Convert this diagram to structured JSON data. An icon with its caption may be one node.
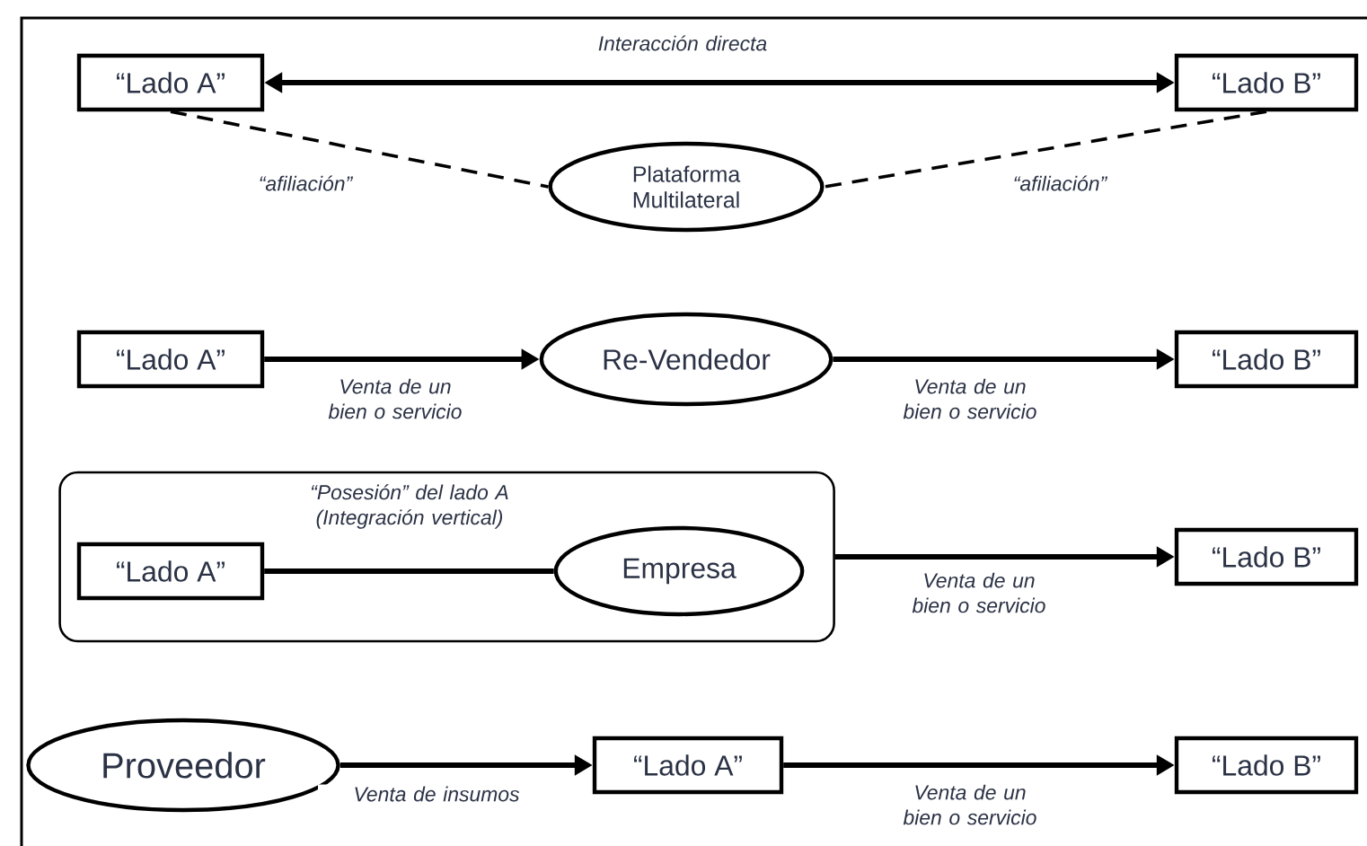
{
  "diagram": {
    "nodes": [
      {
        "text": [
          "“Lado A”"
        ]
      },
      {
        "text": [
          "“Lado B”"
        ]
      },
      {
        "text": [
          "Plataforma Multilateral"
        ]
      },
      {
        "text": [
          "“Lado A”"
        ]
      },
      {
        "text": [
          "Re-Vendedor"
        ]
      },
      {
        "text": [
          "“Lado B”"
        ]
      },
      {
        "text": [],
        "shape": "box"
      },
      {
        "text": [
          "“Lado A”"
        ],
        "in": 6
      },
      {
        "text": [
          "Empresa"
        ],
        "in": 6
      },
      {
        "text": [
          "“Lado B”"
        ]
      },
      {
        "text": [
          "Proveedor"
        ]
      },
      {
        "text": [
          "“Lado A”"
        ]
      },
      {
        "text": [
          "“Lado B”"
        ]
      }
    ],
    "edges": [
      {
        "from": 0,
        "to": 1,
        "arrow": "both",
        "label": "Interacción directa"
      },
      {
        "from": 0,
        "to": 2,
        "arrow": "none",
        "style": "dashed",
        "label": "“afiliación”"
      },
      {
        "from": 1,
        "to": 2,
        "arrow": "none",
        "style": "dashed",
        "label": "“afiliación”"
      },
      {
        "from": 3,
        "to": 4,
        "arrow": "to",
        "label": "Venta de un bien o servicio"
      },
      {
        "from": 4,
        "to": 5,
        "arrow": "to",
        "label": "Venta de un bien o servicio"
      },
      {
        "from": 7,
        "to": 8,
        "arrow": "none",
        "label": "“Posesión” del lado A (Integración vertical)"
      },
      {
        "from": 6,
        "to": 9,
        "arrow": "to",
        "label": "Venta de un bien o servicio"
      },
      {
        "from": 10,
        "to": 11,
        "arrow": "to",
        "label": "Venta de insumos"
      },
      {
        "from": 11,
        "to": 12,
        "arrow": "to",
        "label": "Venta de un bien o servicio"
      }
    ]
  }
}
